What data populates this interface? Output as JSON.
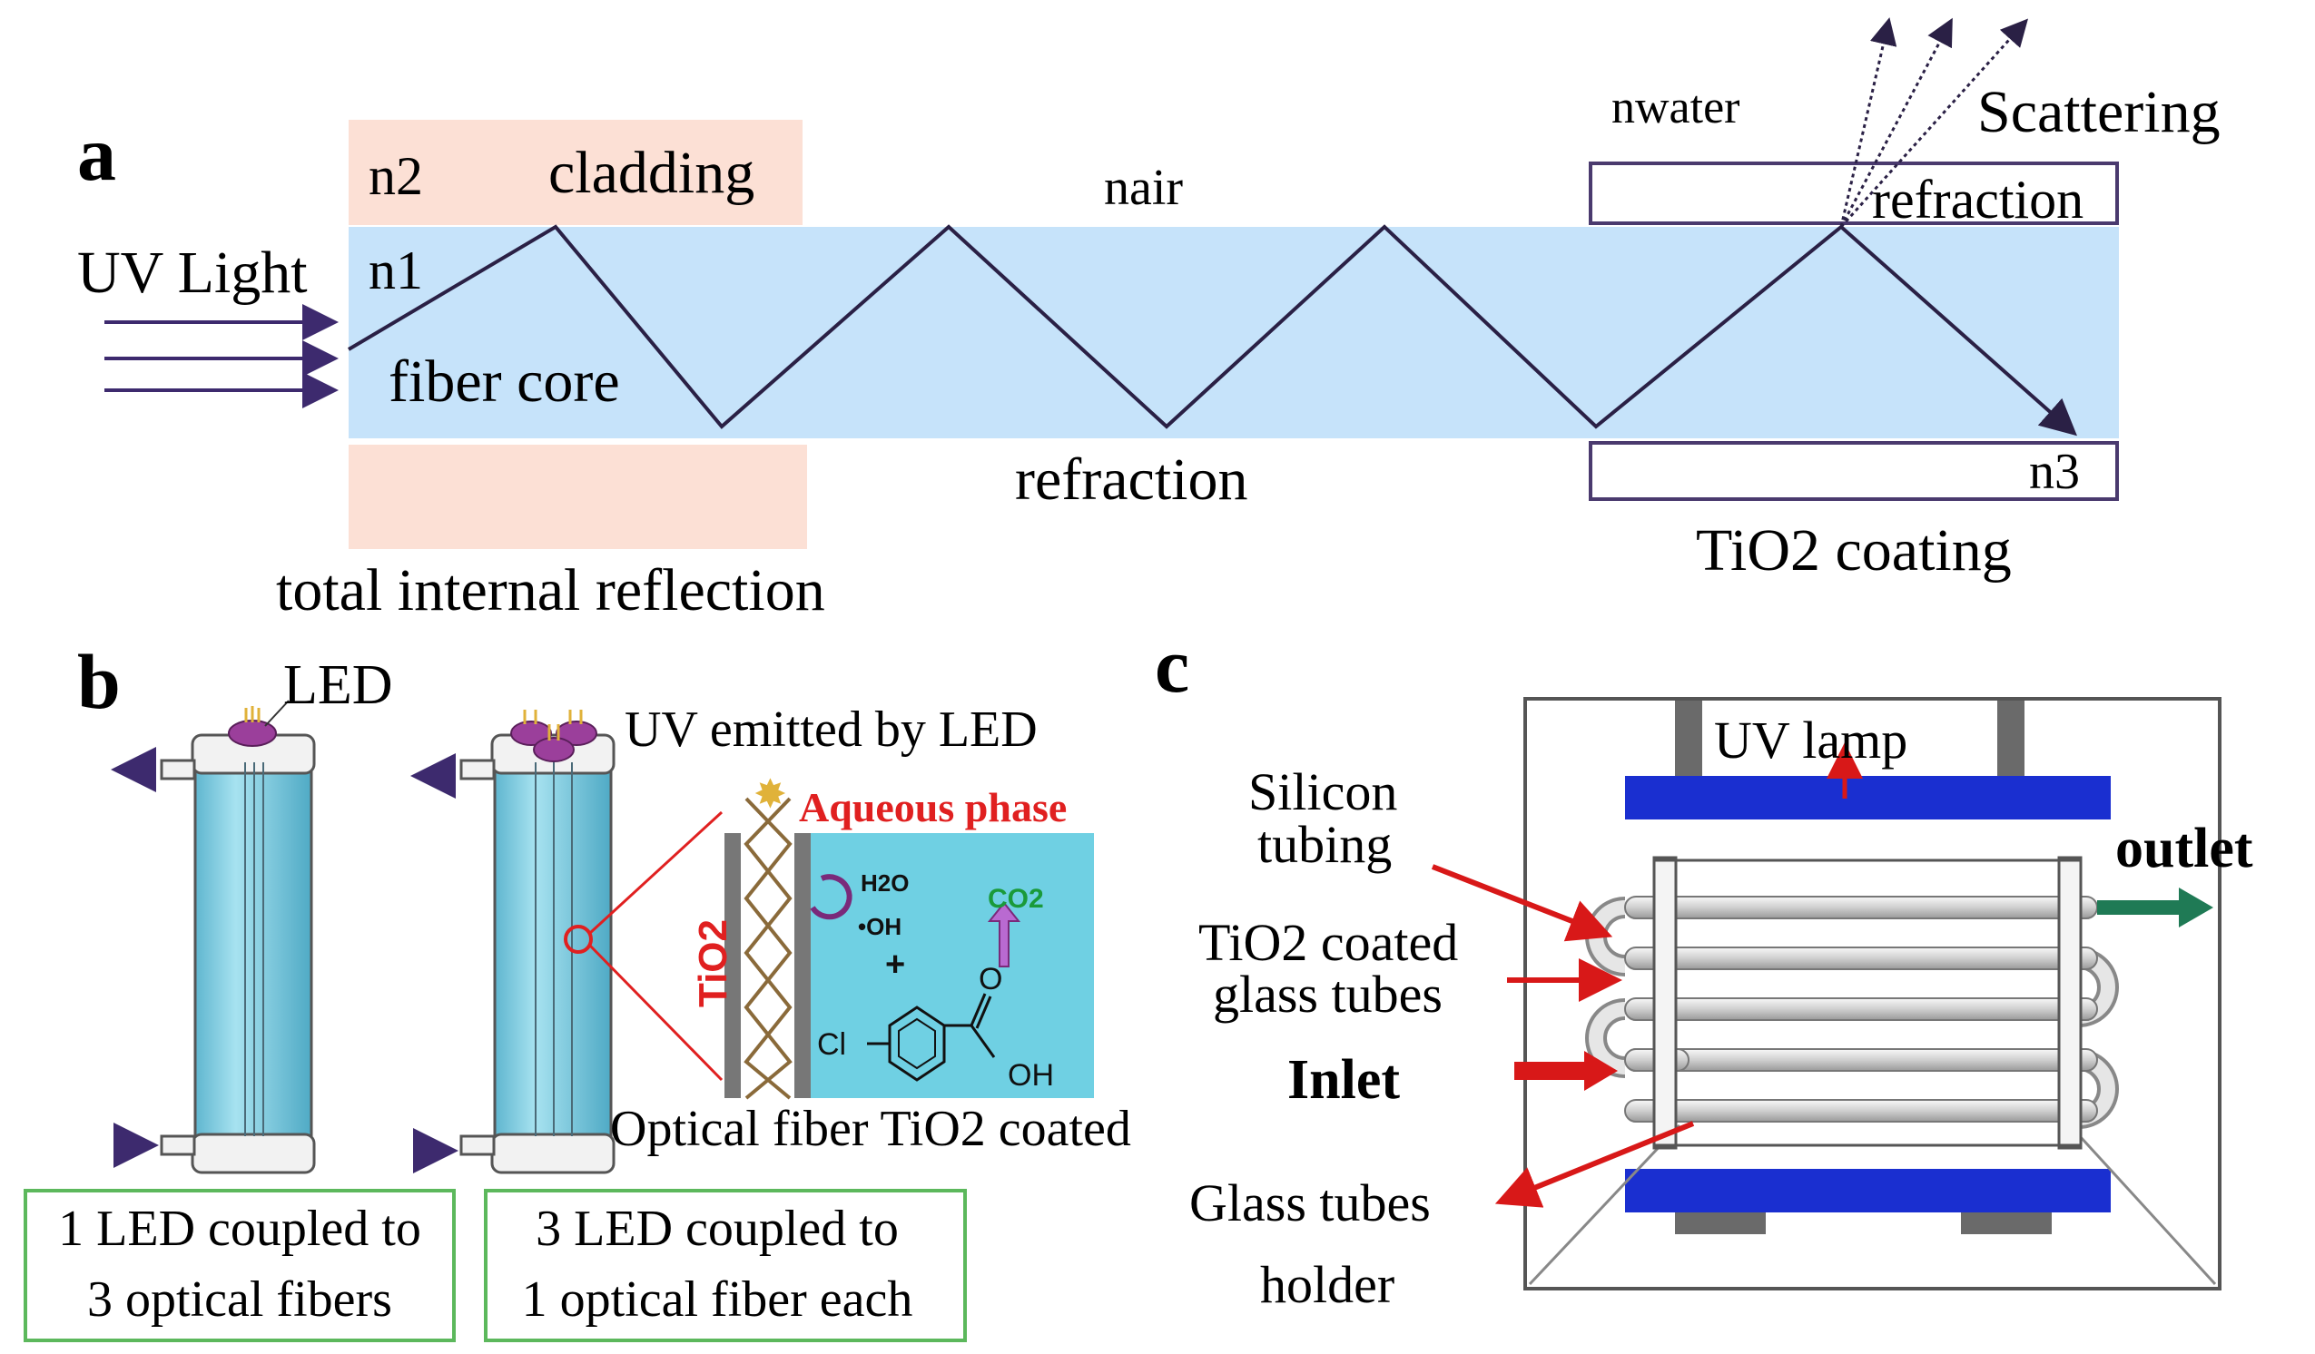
{
  "panel_a": {
    "label": "a",
    "uv_light": "UV Light",
    "n2": "n2",
    "cladding": "cladding",
    "n1": "n1",
    "fiber_core": "fiber core",
    "n_air": "nair",
    "refraction_mid": "refraction",
    "total_internal_reflection": "total internal reflection",
    "n_water": "nwater",
    "scattering": "Scattering",
    "refraction_right": "refraction",
    "n3": "n3",
    "tio2_coating": "TiO2 coating",
    "colors": {
      "cladding": "#fce0d5",
      "core": "#c6e3fa",
      "ray": "#2a2045",
      "arrow": "#3d2a6e"
    }
  },
  "panel_b": {
    "label": "b",
    "led": "LED",
    "uv_emitted": "UV emitted by LED",
    "aqueous_phase": "Aqueous phase",
    "tio2": "TiO2",
    "h2o": "H2O",
    "oh_radical": "•OH",
    "plus": "+",
    "co2": "CO2",
    "cl": "Cl",
    "o": "O",
    "oh": "OH",
    "optical_fiber_coated": "Optical fiber TiO2 coated",
    "box1_line1": "1 LED coupled to",
    "box1_line2": "3 optical fibers",
    "box2_line1": "3 LED coupled to",
    "box2_line2": "1 optical fiber each",
    "colors": {
      "reactor": "#8fd3e8",
      "aqueous": "#6fd0e3",
      "led": "#9b3f9b",
      "flow_arrow": "#2f86c8",
      "red_label": "#e02020",
      "co2": "#1a9a3a",
      "box_border": "#5cb85c"
    }
  },
  "panel_c": {
    "label": "c",
    "uv_lamp": "UV lamp",
    "silicon_tubing_1": "Silicon",
    "silicon_tubing_2": "tubing",
    "tio2_tubes_1": "TiO2 coated",
    "tio2_tubes_2": "glass tubes",
    "inlet": "Inlet",
    "outlet": "outlet",
    "holder_1": "Glass tubes",
    "holder_2": "holder",
    "colors": {
      "lamp": "#1a2fd0",
      "arrow": "#d81818",
      "outlet_arrow": "#1f7a55",
      "frame": "#666666",
      "tube": "#dcdcdc"
    }
  }
}
